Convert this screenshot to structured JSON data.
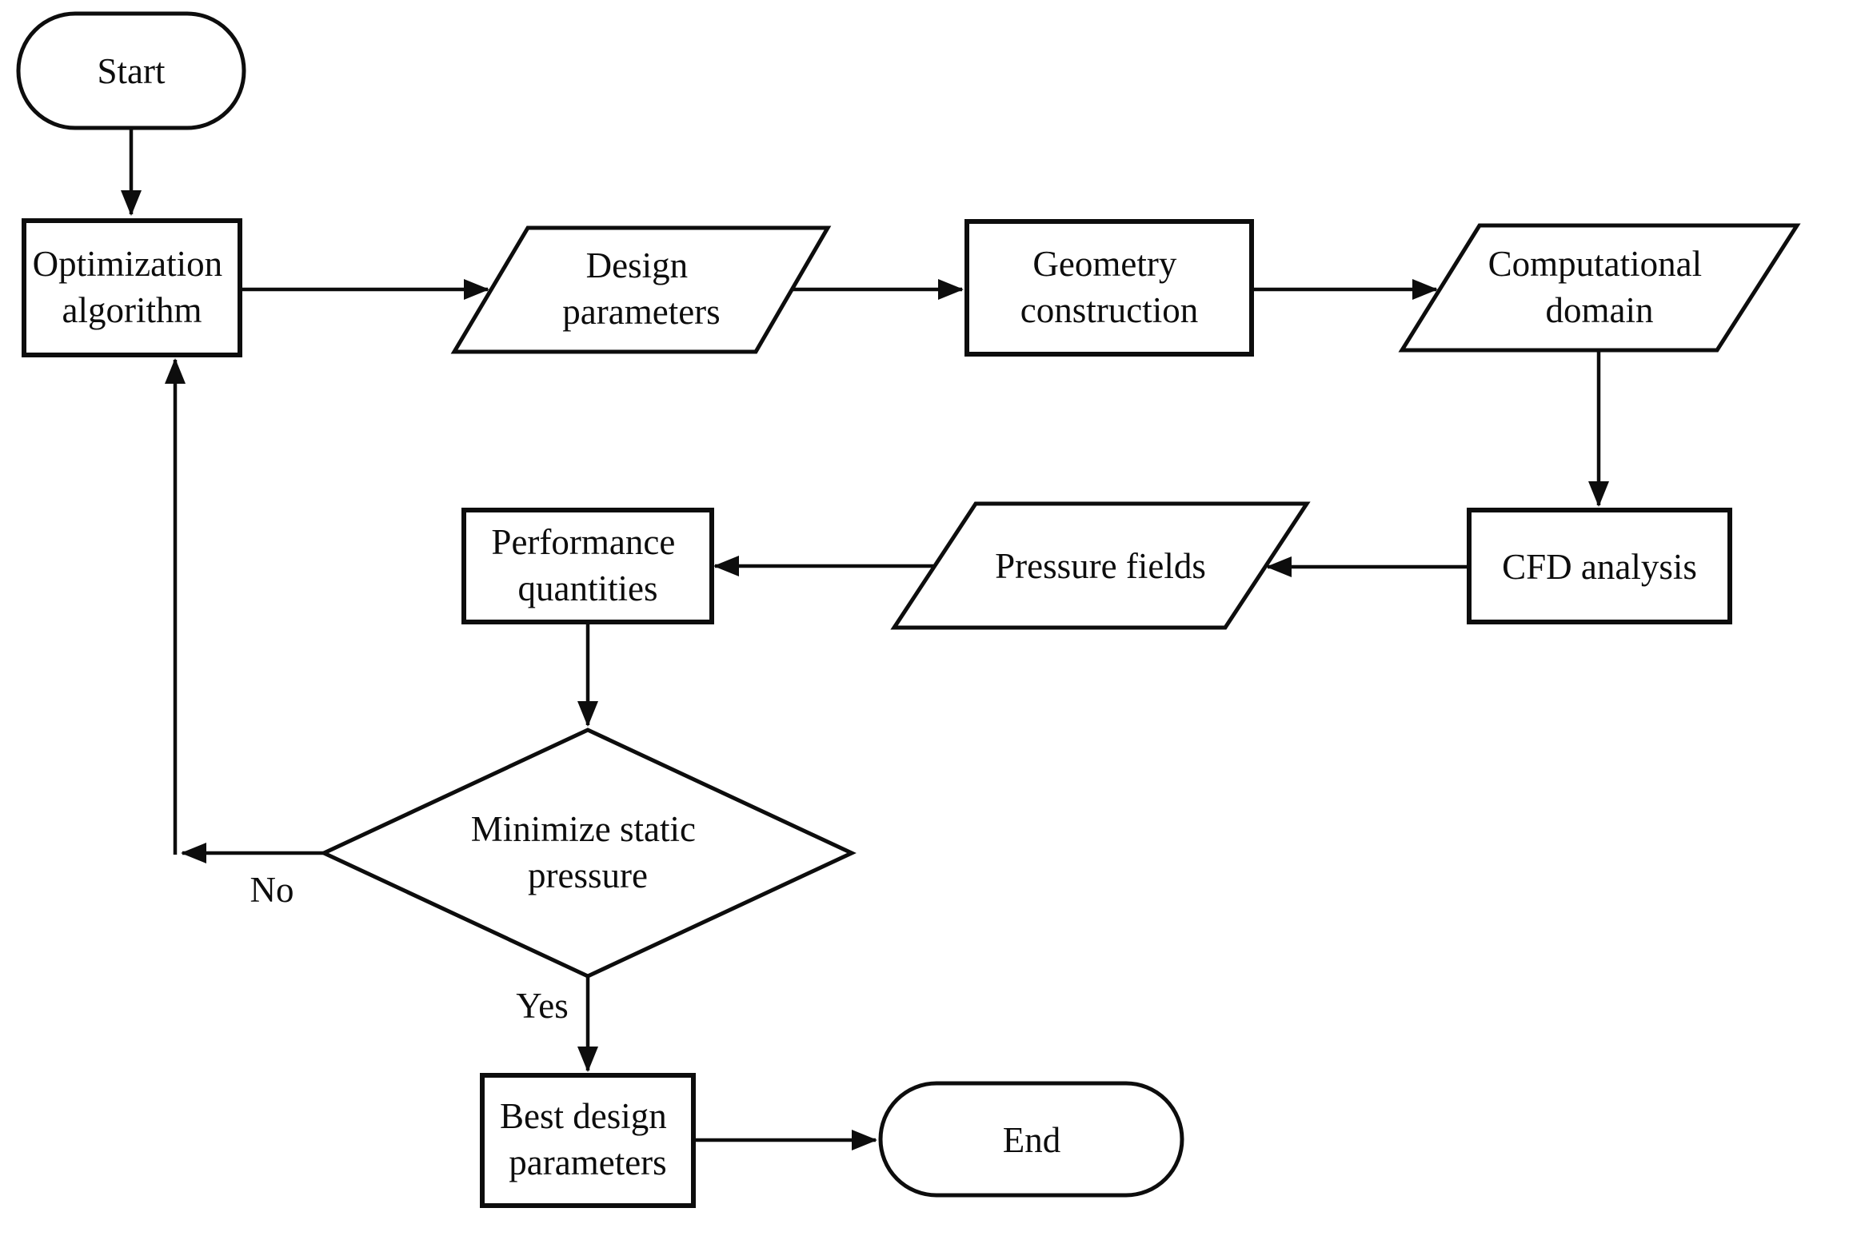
{
  "page": {
    "background_color": "#ffffff"
  },
  "diagram": {
    "type": "flowchart",
    "stroke_color": "#0d0d0d",
    "text_color": "#0d0d0d",
    "shape_fill_color": "#ffffff",
    "nodes": {
      "start": {
        "shape": "terminator",
        "label": "Start"
      },
      "optimization": {
        "shape": "process",
        "line1": "Optimization",
        "line2": "algorithm"
      },
      "design": {
        "shape": "data",
        "line1": "Design",
        "line2": "parameters"
      },
      "geometry": {
        "shape": "process",
        "line1": "Geometry",
        "line2": "construction"
      },
      "computational": {
        "shape": "data",
        "line1": "Computational",
        "line2": "domain"
      },
      "cfd": {
        "shape": "process",
        "label": "CFD analysis"
      },
      "pressure": {
        "shape": "data",
        "label": "Pressure fields"
      },
      "performance": {
        "shape": "process",
        "line1": "Performance",
        "line2": "quantities"
      },
      "decision": {
        "shape": "decision",
        "line1": "Minimize static",
        "line2": "pressure"
      },
      "best": {
        "shape": "process",
        "line1": "Best design",
        "line2": "parameters"
      },
      "end": {
        "shape": "terminator",
        "label": "End"
      }
    },
    "edge_labels": {
      "no": "No",
      "yes": "Yes"
    },
    "edges": [
      {
        "from": "start",
        "to": "optimization"
      },
      {
        "from": "optimization",
        "to": "design"
      },
      {
        "from": "design",
        "to": "geometry"
      },
      {
        "from": "geometry",
        "to": "computational"
      },
      {
        "from": "computational",
        "to": "cfd"
      },
      {
        "from": "cfd",
        "to": "pressure"
      },
      {
        "from": "pressure",
        "to": "performance"
      },
      {
        "from": "performance",
        "to": "decision"
      },
      {
        "from": "decision",
        "to": "optimization",
        "label": "No"
      },
      {
        "from": "decision",
        "to": "best",
        "label": "Yes"
      },
      {
        "from": "best",
        "to": "end"
      }
    ]
  }
}
